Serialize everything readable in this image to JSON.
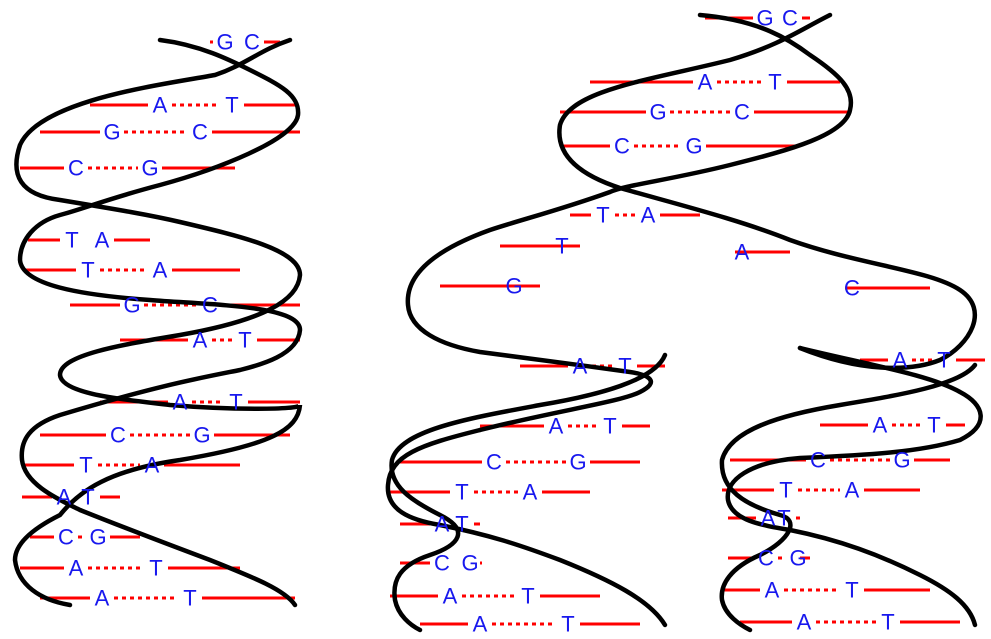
{
  "colors": {
    "background": "#ffffff",
    "backbone": "#000000",
    "rung": "#ff0000",
    "base_letter": "#1818ee"
  },
  "helix_original": {
    "pairs": [
      [
        "G",
        "C"
      ],
      [
        "A",
        "T"
      ],
      [
        "G",
        "C"
      ],
      [
        "C",
        "G"
      ],
      [
        "T",
        "A"
      ],
      [
        "T",
        "A"
      ],
      [
        "G",
        "C"
      ],
      [
        "A",
        "T"
      ],
      [
        "A",
        "T"
      ],
      [
        "C",
        "G"
      ],
      [
        "T",
        "A"
      ],
      [
        "A",
        "T"
      ],
      [
        "C",
        "G"
      ],
      [
        "A",
        "T"
      ],
      [
        "A",
        "T"
      ]
    ]
  },
  "replication_fork": {
    "paired_top": [
      [
        "G",
        "C"
      ],
      [
        "A",
        "T"
      ],
      [
        "G",
        "C"
      ],
      [
        "C",
        "G"
      ],
      [
        "T",
        "A"
      ]
    ],
    "unpaired_left": [
      "T",
      "G"
    ],
    "unpaired_right": [
      "A",
      "C"
    ]
  },
  "daughter_left": {
    "pairs": [
      [
        "A",
        "T"
      ],
      [
        "A",
        "T"
      ],
      [
        "C",
        "G"
      ],
      [
        "T",
        "A"
      ],
      [
        "A",
        "T"
      ],
      [
        "C",
        "G"
      ],
      [
        "A",
        "T"
      ],
      [
        "A",
        "T"
      ]
    ]
  },
  "daughter_right": {
    "pairs": [
      [
        "A",
        "T"
      ],
      [
        "A",
        "T"
      ],
      [
        "C",
        "G"
      ],
      [
        "T",
        "A"
      ],
      [
        "A",
        "T"
      ],
      [
        "C",
        "G"
      ],
      [
        "A",
        "T"
      ],
      [
        "A",
        "T"
      ]
    ]
  }
}
